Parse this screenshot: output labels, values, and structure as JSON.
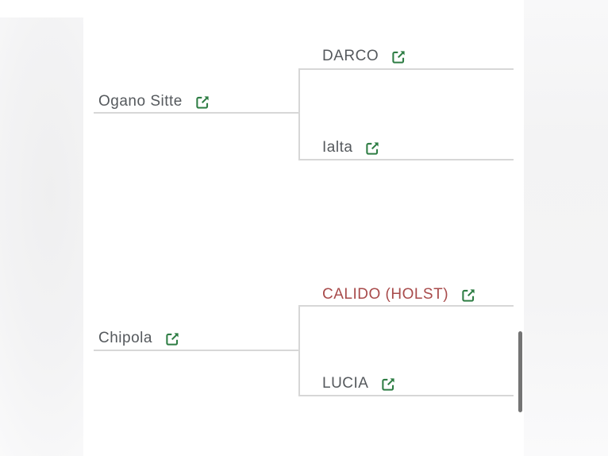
{
  "pedigree": {
    "groups": [
      {
        "subject": {
          "label": "Ogano Sitte"
        },
        "sire": {
          "label": "DARCO"
        },
        "dam": {
          "label": "Ialta"
        }
      },
      {
        "subject": {
          "label": "Chipola"
        },
        "sire": {
          "label": "CALIDO (HOLST)",
          "highlighted": true
        },
        "dam": {
          "label": "LUCIA"
        }
      }
    ]
  },
  "icons": {
    "external_link": "external-link-icon"
  },
  "colors": {
    "text": "#55595d",
    "highlight_text": "#a84b4b",
    "icon_green": "#2e7d44",
    "line": "#d7d7d7",
    "scrollbar": "#747474"
  }
}
